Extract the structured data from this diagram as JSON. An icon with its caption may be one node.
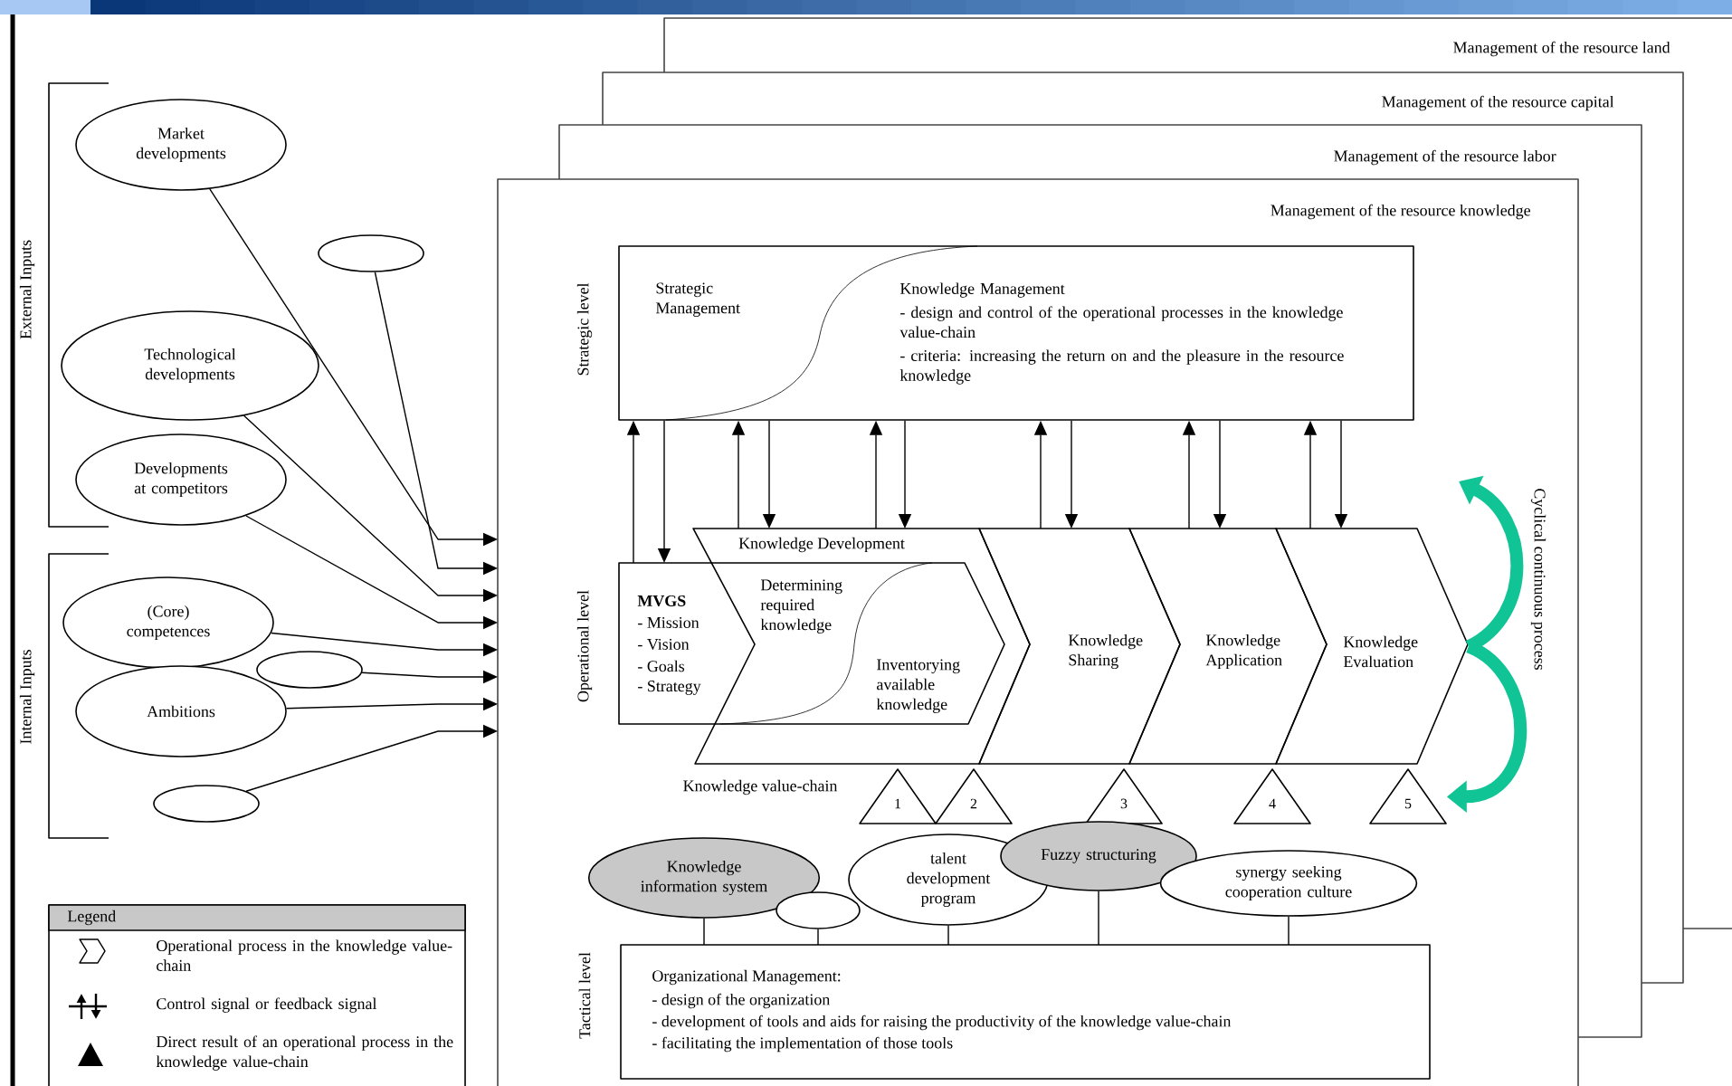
{
  "diagram": {
    "nodes": [
      {
        "text": [
          "Market developments"
        ]
      },
      {
        "text": [],
        "shape": "ellipse"
      },
      {
        "text": [
          "Technological developments"
        ]
      },
      {
        "text": [
          "Developments at competitors"
        ]
      },
      {
        "text": [
          "(Core) competences"
        ]
      },
      {
        "text": [],
        "shape": "ellipse"
      },
      {
        "text": [
          "Ambitions"
        ]
      },
      {
        "text": [],
        "shape": "ellipse"
      },
      {
        "text": [
          "Strategic Management",
          "Knowledge Management",
          "- design and control of the operational processes in the knowledge value-chain",
          "- criteria: increasing the return on and the pleasure in the resource knowledge"
        ]
      },
      {
        "text": [
          "MVGS",
          "- Mission",
          "- Vision",
          "- Goals",
          "- Strategy",
          "Determining required knowledge",
          "Inventorying available knowledge"
        ]
      },
      {
        "text": [
          "Knowledge Development"
        ]
      },
      {
        "text": [
          "Knowledge Sharing"
        ]
      },
      {
        "text": [
          "Knowledge Application"
        ]
      },
      {
        "text": [
          "Knowledge Evaluation"
        ]
      },
      {
        "text": [
          "1"
        ]
      },
      {
        "text": [
          "2"
        ]
      },
      {
        "text": [
          "3"
        ]
      },
      {
        "text": [
          "4"
        ]
      },
      {
        "text": [
          "5"
        ]
      },
      {
        "text": [
          "Knowledge information system"
        ]
      },
      {
        "text": [],
        "shape": "ellipse"
      },
      {
        "text": [
          "talent development program"
        ]
      },
      {
        "text": [
          "Fuzzy structuring"
        ]
      },
      {
        "text": [
          "synergy seeking cooperation culture"
        ]
      },
      {
        "text": [
          "Organizational Management:",
          "- design of the organization",
          "- development of tools and aids for raising the productivity of the knowledge value-chain",
          "- facilitating the implementation of those tools"
        ]
      }
    ],
    "edges": [
      {
        "from": 0,
        "to": null,
        "arrow": "to"
      },
      {
        "from": 1,
        "to": null,
        "arrow": "to"
      },
      {
        "from": 2,
        "to": null,
        "arrow": "to"
      },
      {
        "from": 3,
        "to": null,
        "arrow": "to"
      },
      {
        "from": 4,
        "to": null,
        "arrow": "to"
      },
      {
        "from": 5,
        "to": null,
        "arrow": "to"
      },
      {
        "from": 6,
        "to": null,
        "arrow": "to"
      },
      {
        "from": 7,
        "to": null,
        "arrow": "to"
      },
      {
        "from": 9,
        "to": 8,
        "arrow": "to"
      },
      {
        "from": 8,
        "to": 9,
        "arrow": "to"
      },
      {
        "from": 10,
        "to": 8,
        "arrow": "to"
      },
      {
        "from": 8,
        "to": 10,
        "arrow": "to"
      },
      {
        "from": 10,
        "to": 8,
        "arrow": "to"
      },
      {
        "from": 8,
        "to": 10,
        "arrow": "to"
      },
      {
        "from": 11,
        "to": 8,
        "arrow": "to"
      },
      {
        "from": 8,
        "to": 11,
        "arrow": "to"
      },
      {
        "from": 12,
        "to": 8,
        "arrow": "to"
      },
      {
        "from": 8,
        "to": 12,
        "arrow": "to"
      },
      {
        "from": 13,
        "to": 8,
        "arrow": "to"
      },
      {
        "from": 8,
        "to": 13,
        "arrow": "to"
      },
      {
        "from": 19,
        "to": 24,
        "arrow": "none"
      },
      {
        "from": 20,
        "to": 24,
        "arrow": "none"
      },
      {
        "from": 21,
        "to": 24,
        "arrow": "none"
      },
      {
        "from": 22,
        "to": 24,
        "arrow": "none"
      },
      {
        "from": 23,
        "to": 24,
        "arrow": "none"
      },
      {
        "from": 13,
        "to": 18,
        "arrow": "to",
        "style": "thick",
        "color": "#10c496"
      },
      {
        "from": 13,
        "to": null,
        "arrow": "to",
        "style": "thick",
        "color": "#10c496"
      }
    ],
    "labels": [
      "Management of the resource land",
      "Management of the resource capital",
      "Management of the resource labor",
      "Management of the resource knowledge",
      "External Inputs",
      "Strategic level",
      "Operational level",
      "Cyclical continuous process",
      "Internal Inputs",
      "Knowledge value-chain",
      "Tactical level",
      "Legend"
    ],
    "legend": [
      {
        "text": "Operational process in the knowledge value-chain"
      },
      {
        "text": "Control signal or feedback signal"
      },
      {
        "text": "Direct result of an operational process in the knowledge value-chain"
      }
    ]
  }
}
